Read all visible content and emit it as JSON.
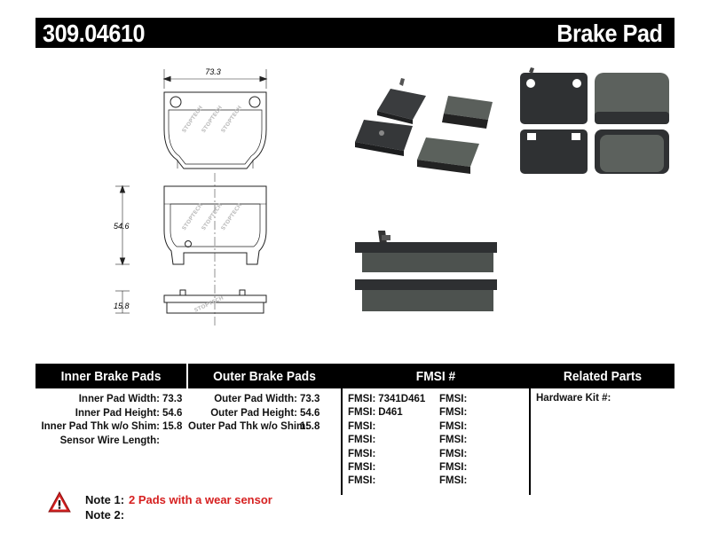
{
  "header": {
    "part_number": "309.04610",
    "product_type": "Brake Pad"
  },
  "drawing": {
    "width_dim": "73.3",
    "height_dim": "54.6",
    "thickness_dim": "15.8"
  },
  "tables": {
    "inner_title": "Inner Brake Pads Specs",
    "outer_title": "Outer Brake Pads Specs",
    "fmsi_title": "FMSI #",
    "related_title": "Related Parts",
    "inner_specs": [
      {
        "label": "Inner Pad Width:",
        "value": "73.3"
      },
      {
        "label": "Inner Pad Height:",
        "value": "54.6"
      },
      {
        "label": "Inner Pad Thk w/o Shim:",
        "value": "15.8"
      },
      {
        "label": "Sensor Wire Length:",
        "value": ""
      }
    ],
    "outer_specs": [
      {
        "label": "Outer Pad Width:",
        "value": "73.3"
      },
      {
        "label": "Outer Pad Height:",
        "value": "54.6"
      },
      {
        "label": "Outer Pad Thk w/o Shim:",
        "value": "15.8"
      }
    ],
    "fmsi_label": "FMSI:",
    "fmsi_col_a": [
      "7341D461",
      "D461",
      "",
      "",
      "",
      "",
      ""
    ],
    "fmsi_col_b": [
      "",
      "",
      "",
      "",
      "",
      "",
      ""
    ],
    "related_parts": [
      "Hardware Kit #:"
    ]
  },
  "notes": {
    "note1_label": "Note 1:",
    "note1_text": "2 Pads with a wear sensor",
    "note2_label": "Note 2:",
    "note2_text": ""
  },
  "colors": {
    "header_bg": "#000000",
    "warning_red": "#d62020",
    "pad_dark": "#2f3133",
    "friction": "#555a55"
  },
  "icons": [
    "warning-icon"
  ]
}
